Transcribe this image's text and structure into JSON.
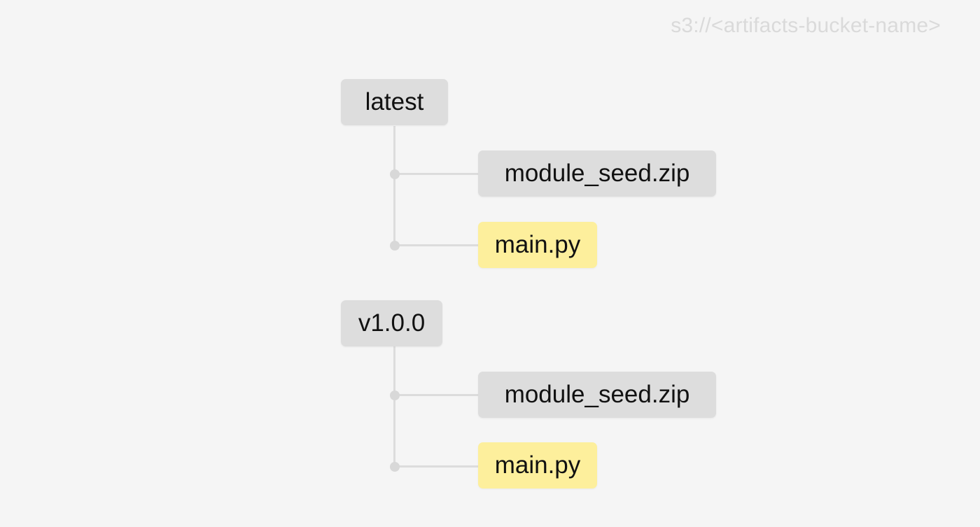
{
  "bucket": {
    "path": "s3://<artifacts-bucket-name>"
  },
  "folders": [
    {
      "name": "latest",
      "files": [
        {
          "name": "module_seed.zip",
          "kind": "archive"
        },
        {
          "name": "main.py",
          "kind": "python"
        }
      ]
    },
    {
      "name": "v1.0.0",
      "files": [
        {
          "name": "module_seed.zip",
          "kind": "archive"
        },
        {
          "name": "main.py",
          "kind": "python"
        }
      ]
    }
  ],
  "colors": {
    "background": "#f5f5f5",
    "folder_box": "#dddddd",
    "archive_box": "#dddddd",
    "python_box": "#fdef9c",
    "connector": "#dcdcdc",
    "bucket_text": "#dadada"
  }
}
